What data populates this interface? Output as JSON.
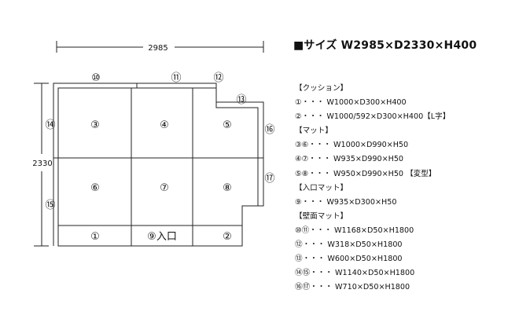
{
  "dimensions": {
    "width": "2985",
    "depth": "2330"
  },
  "cells": {
    "c1": "①",
    "c2": "②",
    "c3": "③",
    "c4": "④",
    "c5": "⑤",
    "c6": "⑥",
    "c7": "⑦",
    "c8": "⑧",
    "entrance": "⑨入口"
  },
  "walls": {
    "w10": "⑩",
    "w11": "⑪",
    "w12": "⑫",
    "w13": "⑬",
    "w14": "⑭",
    "w15": "⑮",
    "w16": "⑯",
    "w17": "⑰"
  },
  "title": "■サイズ W2985×D2330×H400",
  "spec_lines": [
    "【クッション】",
    "①・・・ W1000×D300×H400",
    "②・・・ W1000/592×D300×H400【L字】",
    "【マット】",
    "③⑥・・・ W1000×D990×H50",
    "④⑦・・・ W935×D990×H50",
    "⑤⑧・・・ W950×D990×H50 【変型】",
    "【入口マット】",
    "⑨・・・ W935×D300×H50",
    "【壁面マット】",
    "⑩⑪・・・ W1168×D50×H1800",
    "⑫・・・ W318×D50×H1800",
    "⑬・・・ W600×D50×H1800",
    "⑭⑮・・・ W1140×D50×H1800",
    "⑯⑰・・・ W710×D50×H1800"
  ]
}
